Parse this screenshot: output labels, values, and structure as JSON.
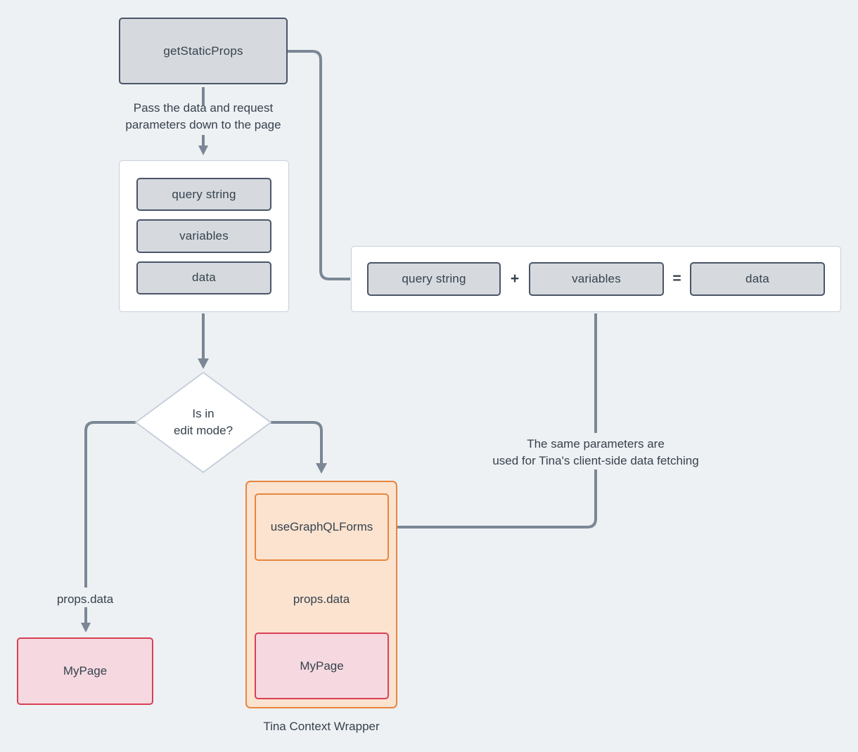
{
  "colors": {
    "background": "#eef1f4",
    "node_fill": "#d6dade",
    "node_border": "#4a5568",
    "container_border": "#c6cfda",
    "connector_line": "#7b8795",
    "orange_fill": "#fbe3d0",
    "orange_border": "#e8863d",
    "pink_fill": "#f6d9e0",
    "pink_border": "#d84054",
    "text": "#36424e"
  },
  "nodes": {
    "get_static_props": "getStaticProps",
    "use_graphql_forms": "useGraphQLForms",
    "my_page_left": "MyPage",
    "my_page_wrapper": "MyPage",
    "wrapper_caption": "Tina Context Wrapper"
  },
  "request_stack": [
    "query string",
    "variables",
    "data"
  ],
  "equation": {
    "operand1": "query string",
    "operator_plus": "+",
    "operand2": "variables",
    "operator_equals": "=",
    "result": "data"
  },
  "decision": {
    "line1": "Is in",
    "line2": "edit mode?"
  },
  "labels": {
    "pass_note_line1": "Pass the data and request",
    "pass_note_line2": "parameters down to the page",
    "props_data_left": "props.data",
    "props_data_wrapper": "props.data",
    "same_params_line1": "The same parameters are",
    "same_params_line2": "used for Tina's client-side data fetching"
  }
}
